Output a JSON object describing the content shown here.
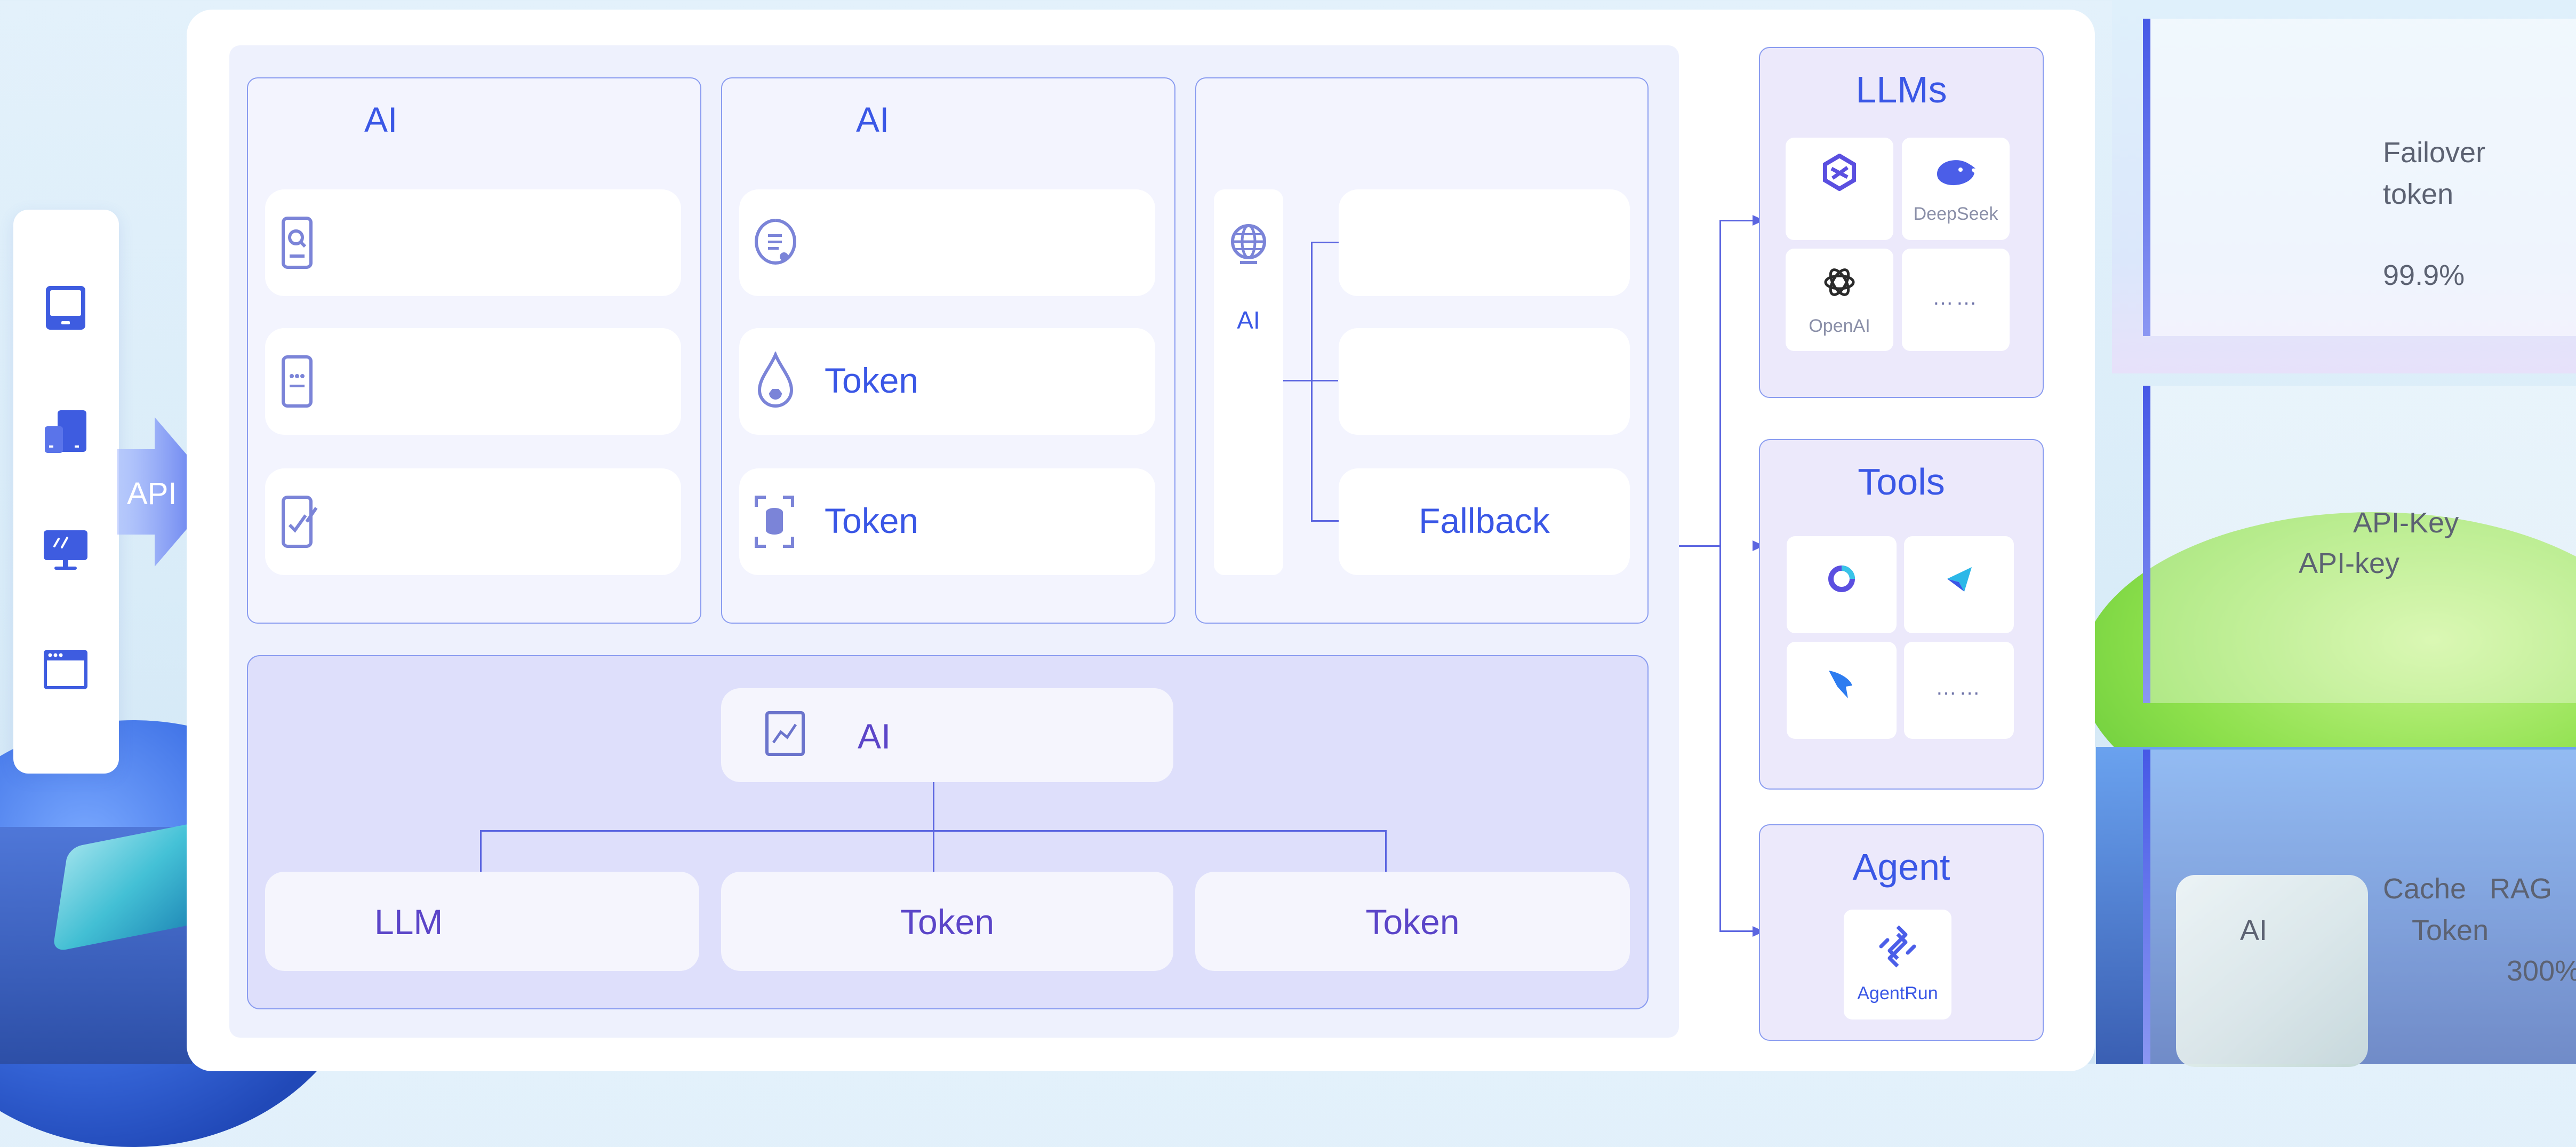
{
  "left_panel": {
    "icons": [
      "tablet-icon",
      "multi-device-icon",
      "desktop-monitor-icon",
      "browser-window-icon"
    ],
    "api_label": "API"
  },
  "columns": [
    {
      "title": "AI",
      "cards": [
        {
          "icon": "search-document-icon",
          "label": ""
        },
        {
          "icon": "phone-menu-icon",
          "label": ""
        },
        {
          "icon": "phone-check-icon",
          "label": ""
        }
      ]
    },
    {
      "title": "AI",
      "cards": [
        {
          "icon": "audit-list-icon",
          "label": ""
        },
        {
          "icon": "droplet-icon",
          "label": "Token"
        },
        {
          "icon": "scan-coin-icon",
          "label": "Token"
        }
      ]
    },
    {
      "title": "",
      "router_label": "AI",
      "cards": [
        {
          "label": ""
        },
        {
          "label": ""
        },
        {
          "label": "Fallback"
        }
      ]
    }
  ],
  "analytics": {
    "header_label": "AI",
    "items": [
      "LLM",
      "Token",
      "Token"
    ]
  },
  "llms": {
    "title": "LLMs",
    "providers": [
      {
        "name": "",
        "icon": "hexagon-logo-icon"
      },
      {
        "name": "DeepSeek",
        "icon": "whale-logo-icon"
      },
      {
        "name": "OpenAI",
        "icon": "openai-logo-icon"
      },
      {
        "name": "……",
        "icon": ""
      }
    ]
  },
  "tools": {
    "title": "Tools",
    "items": [
      {
        "icon": "ring-logo-icon",
        "name": ""
      },
      {
        "icon": "paper-plane-logo-icon",
        "name": ""
      },
      {
        "icon": "bird-logo-icon",
        "name": ""
      },
      {
        "icon": "",
        "name": "……"
      }
    ]
  },
  "agent": {
    "title": "Agent",
    "item": {
      "icon": "agentrun-logo-icon",
      "name": "AgentRun"
    }
  },
  "right_cards": [
    {
      "lines": [
        "Failover",
        "token",
        "99.9%"
      ]
    },
    {
      "lines": [
        "API-Key",
        "API-key"
      ]
    },
    {
      "lines": [
        "Cache",
        "RAG",
        "AI",
        "Token",
        "300%"
      ]
    }
  ],
  "colors": {
    "accent_blue": "#3a57e6",
    "accent_purple": "#5b45c8",
    "border": "#8a9cf0"
  }
}
